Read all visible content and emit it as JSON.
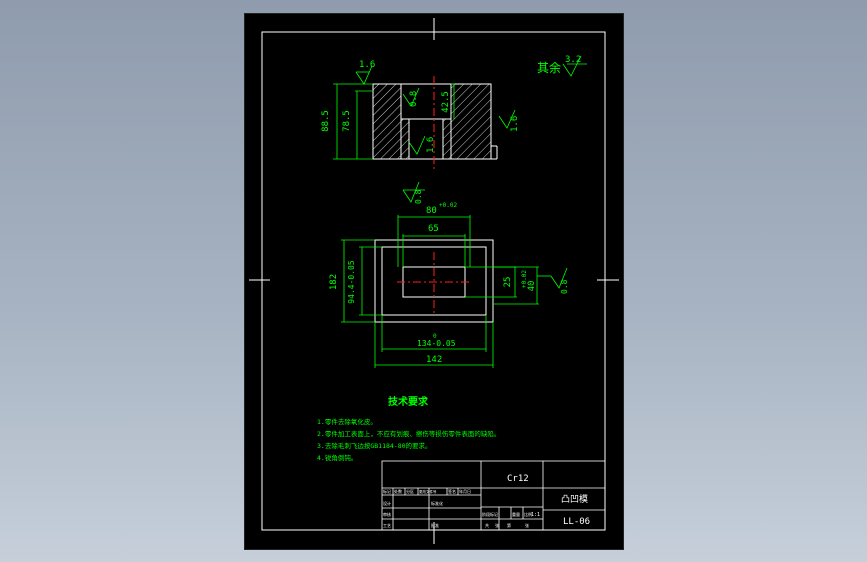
{
  "colors": {
    "background": "#000000",
    "frame": "#ffffff",
    "dimension": "#00ff00",
    "centerline": "#ff2020",
    "hatch": "#ffffff",
    "text_yellow": "#ffff66"
  },
  "roughness": {
    "top_left": "1.6",
    "top_inner": "0.8",
    "top_right": "1.6",
    "top_bottom": "1.6",
    "other_label": "其余",
    "other_value": "3.2",
    "plan_top": "0.8",
    "plan_right": "0.8"
  },
  "section_dims": {
    "overall_height": "88.5",
    "inner_height": "78.5",
    "step_height": "42.5"
  },
  "plan_dims": {
    "top_width": "80",
    "top_tol": "+0.02",
    "inner_width": "65",
    "height_total": "182",
    "height_inner": "94.4-0.05",
    "slot_height": "25",
    "right_dim": "40",
    "right_tol": "+0.02",
    "bottom_inner": "134-0.05",
    "bottom_total": "142",
    "bottom_tol": "0"
  },
  "notes": {
    "title": "技术要求",
    "items": [
      "1.零件去除氧化皮。",
      "2.零件加工表面上，不应有划痕、擦伤等损伤零件表面的缺陷。",
      "3.去除毛刺飞边按GB1184-80的要求。",
      "4.锐角倒钝。"
    ]
  },
  "title_block": {
    "material": "Cr12",
    "part_name": "凸凹模",
    "drawing_no": "LL-06",
    "scale": "1:1",
    "row_labels": [
      "标记",
      "处数",
      "分区",
      "更改文件号",
      "签名",
      "年月日"
    ],
    "design_label": "设计",
    "standard_label": "标准化",
    "review_label": "审核",
    "process_label": "工艺",
    "approve_label": "批准",
    "stage_label": "阶段标记",
    "weight_label": "重量",
    "scale_label": "比例",
    "sheet_labels": [
      "共",
      "张",
      "第",
      "张"
    ]
  }
}
